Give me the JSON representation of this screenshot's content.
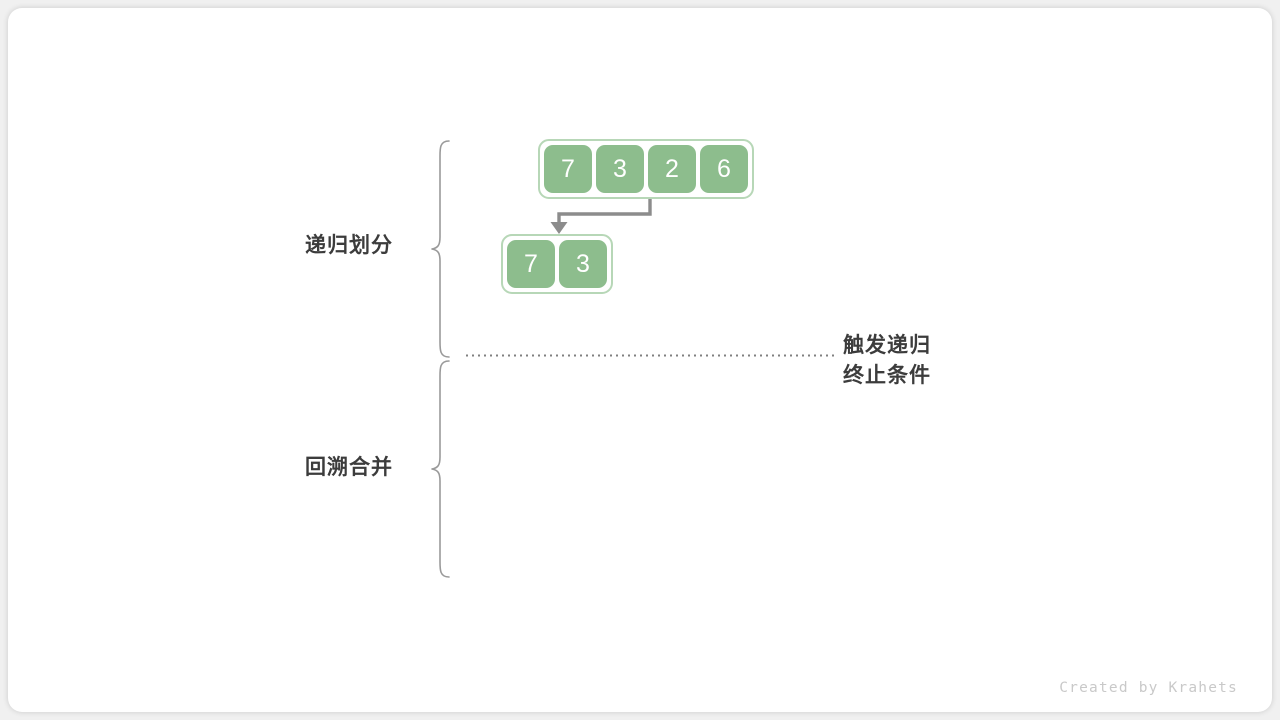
{
  "canvas": {
    "background": "#f0f0f0",
    "card_background": "#ffffff"
  },
  "colors": {
    "cell_fill": "#8dbd8d",
    "cell_text": "#ffffff",
    "array_border": "#b7d7b7",
    "brace": "#9a9a9a",
    "arrow": "#8c8c8c",
    "label_text": "#3c3c3c",
    "credit_text": "#c9c9c9",
    "dotted_line": "#808080"
  },
  "sections": {
    "divide_label": "递归划分",
    "merge_label": "回溯合并"
  },
  "annotation": {
    "line1": "触发递归",
    "line2": "终止条件"
  },
  "arrays": [
    {
      "id": "array-top",
      "values": [
        "7",
        "3",
        "2",
        "6"
      ]
    },
    {
      "id": "array-sub",
      "values": [
        "7",
        "3"
      ]
    }
  ],
  "arrow": {
    "label": "",
    "from": "top-array-left-half",
    "to": "sub-array"
  },
  "credit": "Created by Krahets"
}
